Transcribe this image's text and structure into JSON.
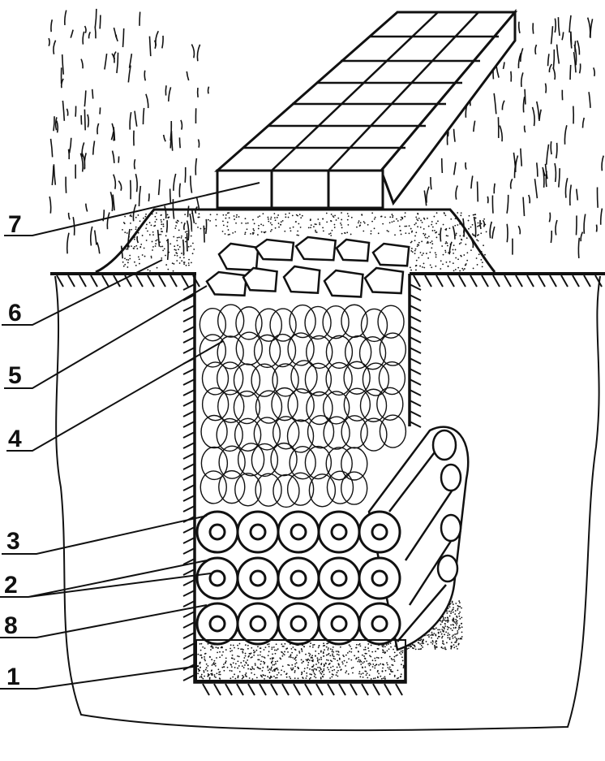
{
  "labels": {
    "paving_slabs": "7",
    "sand_mound": "6",
    "stone_layer": "5",
    "coil_fill": "4",
    "pipe_row_top": "3",
    "pipe_rows_middle": "2",
    "pipe_row_bottom": "8",
    "sand_base": "1"
  },
  "colors": {
    "ink": "#111111",
    "paper": "#ffffff"
  }
}
